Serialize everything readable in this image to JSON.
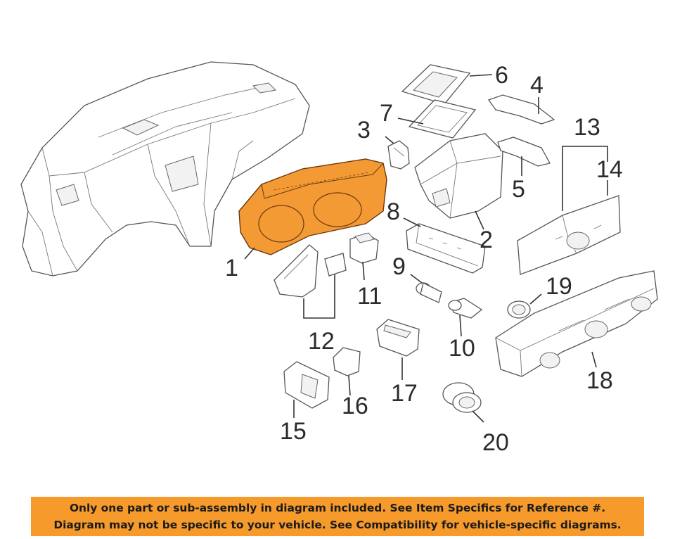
{
  "diagram": {
    "callouts": [
      {
        "id": "1",
        "text": "1"
      },
      {
        "id": "2",
        "text": "2"
      },
      {
        "id": "3",
        "text": "3"
      },
      {
        "id": "4",
        "text": "4"
      },
      {
        "id": "5",
        "text": "5"
      },
      {
        "id": "6",
        "text": "6"
      },
      {
        "id": "7",
        "text": "7"
      },
      {
        "id": "8",
        "text": "8"
      },
      {
        "id": "9",
        "text": "9"
      },
      {
        "id": "10",
        "text": "10"
      },
      {
        "id": "11",
        "text": "11"
      },
      {
        "id": "12",
        "text": "12"
      },
      {
        "id": "13",
        "text": "13"
      },
      {
        "id": "14",
        "text": "14"
      },
      {
        "id": "15",
        "text": "15"
      },
      {
        "id": "16",
        "text": "16"
      },
      {
        "id": "17",
        "text": "17"
      },
      {
        "id": "18",
        "text": "18"
      },
      {
        "id": "19",
        "text": "19"
      },
      {
        "id": "20",
        "text": "20"
      }
    ],
    "highlight_color": "#f39a35"
  },
  "banner": {
    "line1": "Only one part or sub-assembly in diagram included. See Item Specifics for Reference #.",
    "line2": "Diagram may not be specific to your vehicle. See Compatibility for vehicle-specific diagrams.",
    "background": "#f59a2b"
  }
}
